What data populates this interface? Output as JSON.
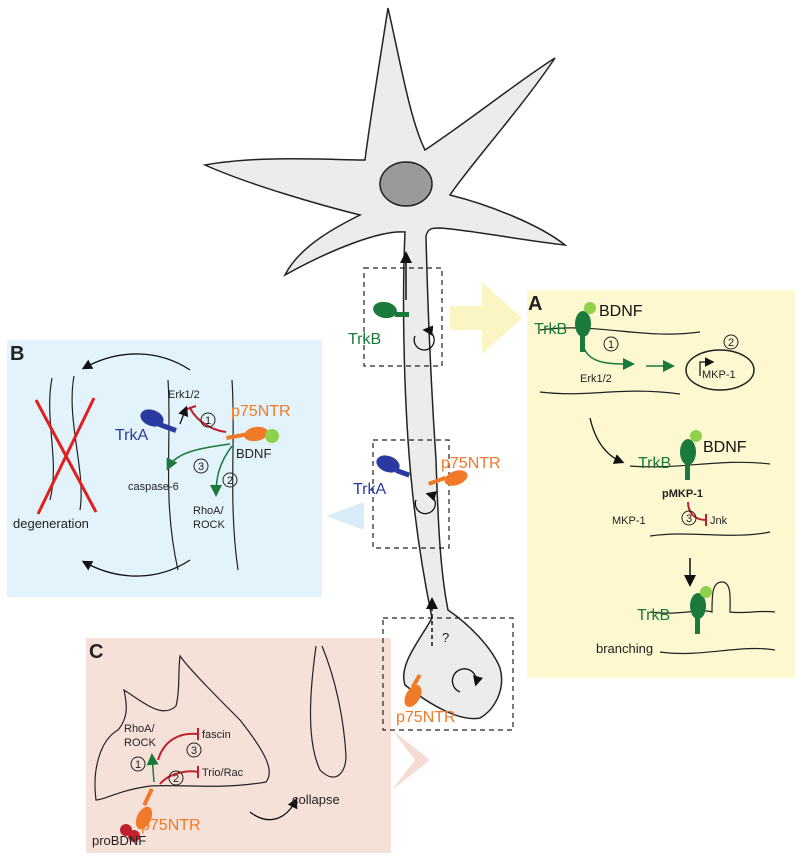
{
  "panels": {
    "A": {
      "letter": "A",
      "bg_color": "#fdf8cf"
    },
    "B": {
      "letter": "B",
      "bg_color": "#e3f3fc"
    },
    "C": {
      "letter": "C",
      "bg_color": "#f6e1d9"
    }
  },
  "labels": {
    "trkb": "TrkB",
    "trka": "TrkA",
    "p75ntr": "p75NTR",
    "bdnf": "BDNF",
    "probdnf": "proBDNF",
    "erk12": "Erk1/2",
    "mkp1": "MKP-1",
    "pmkp1": "pMKP-1",
    "jnk": "Jnk",
    "branching": "branching",
    "caspase6": "caspase-6",
    "rhoa_rock_1": "RhoA/",
    "rhoa_rock_2": "ROCK",
    "degeneration": "degeneration",
    "fascin": "fascin",
    "trio_rac": "Trio/Rac",
    "collapse": "collapse",
    "question": "?",
    "step1": "1",
    "step2": "2",
    "step3": "3"
  },
  "colors": {
    "trkb": "#1a7a3c",
    "trka": "#2a3aa0",
    "p75ntr": "#f07a28",
    "bdnf": "#8fd14a",
    "probdnf": "#c0202a",
    "inhibit": "#c0202a",
    "activate": "#1a7a3c",
    "cross": "#e02020"
  }
}
